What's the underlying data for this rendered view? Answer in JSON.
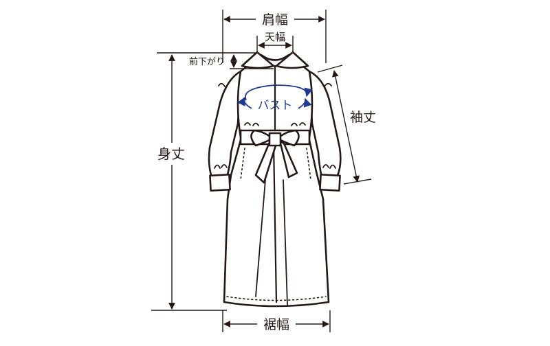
{
  "labels": {
    "shoulder_width": "肩幅",
    "neck_width": "天幅",
    "front_neck_drop": "前下がり",
    "bust": "バスト",
    "body_length": "身丈",
    "sleeve_length": "袖丈",
    "hem_width": "裾幅"
  },
  "colors": {
    "line": "#231815",
    "bust_accent": "#1f3a93",
    "background": "#ffffff"
  }
}
